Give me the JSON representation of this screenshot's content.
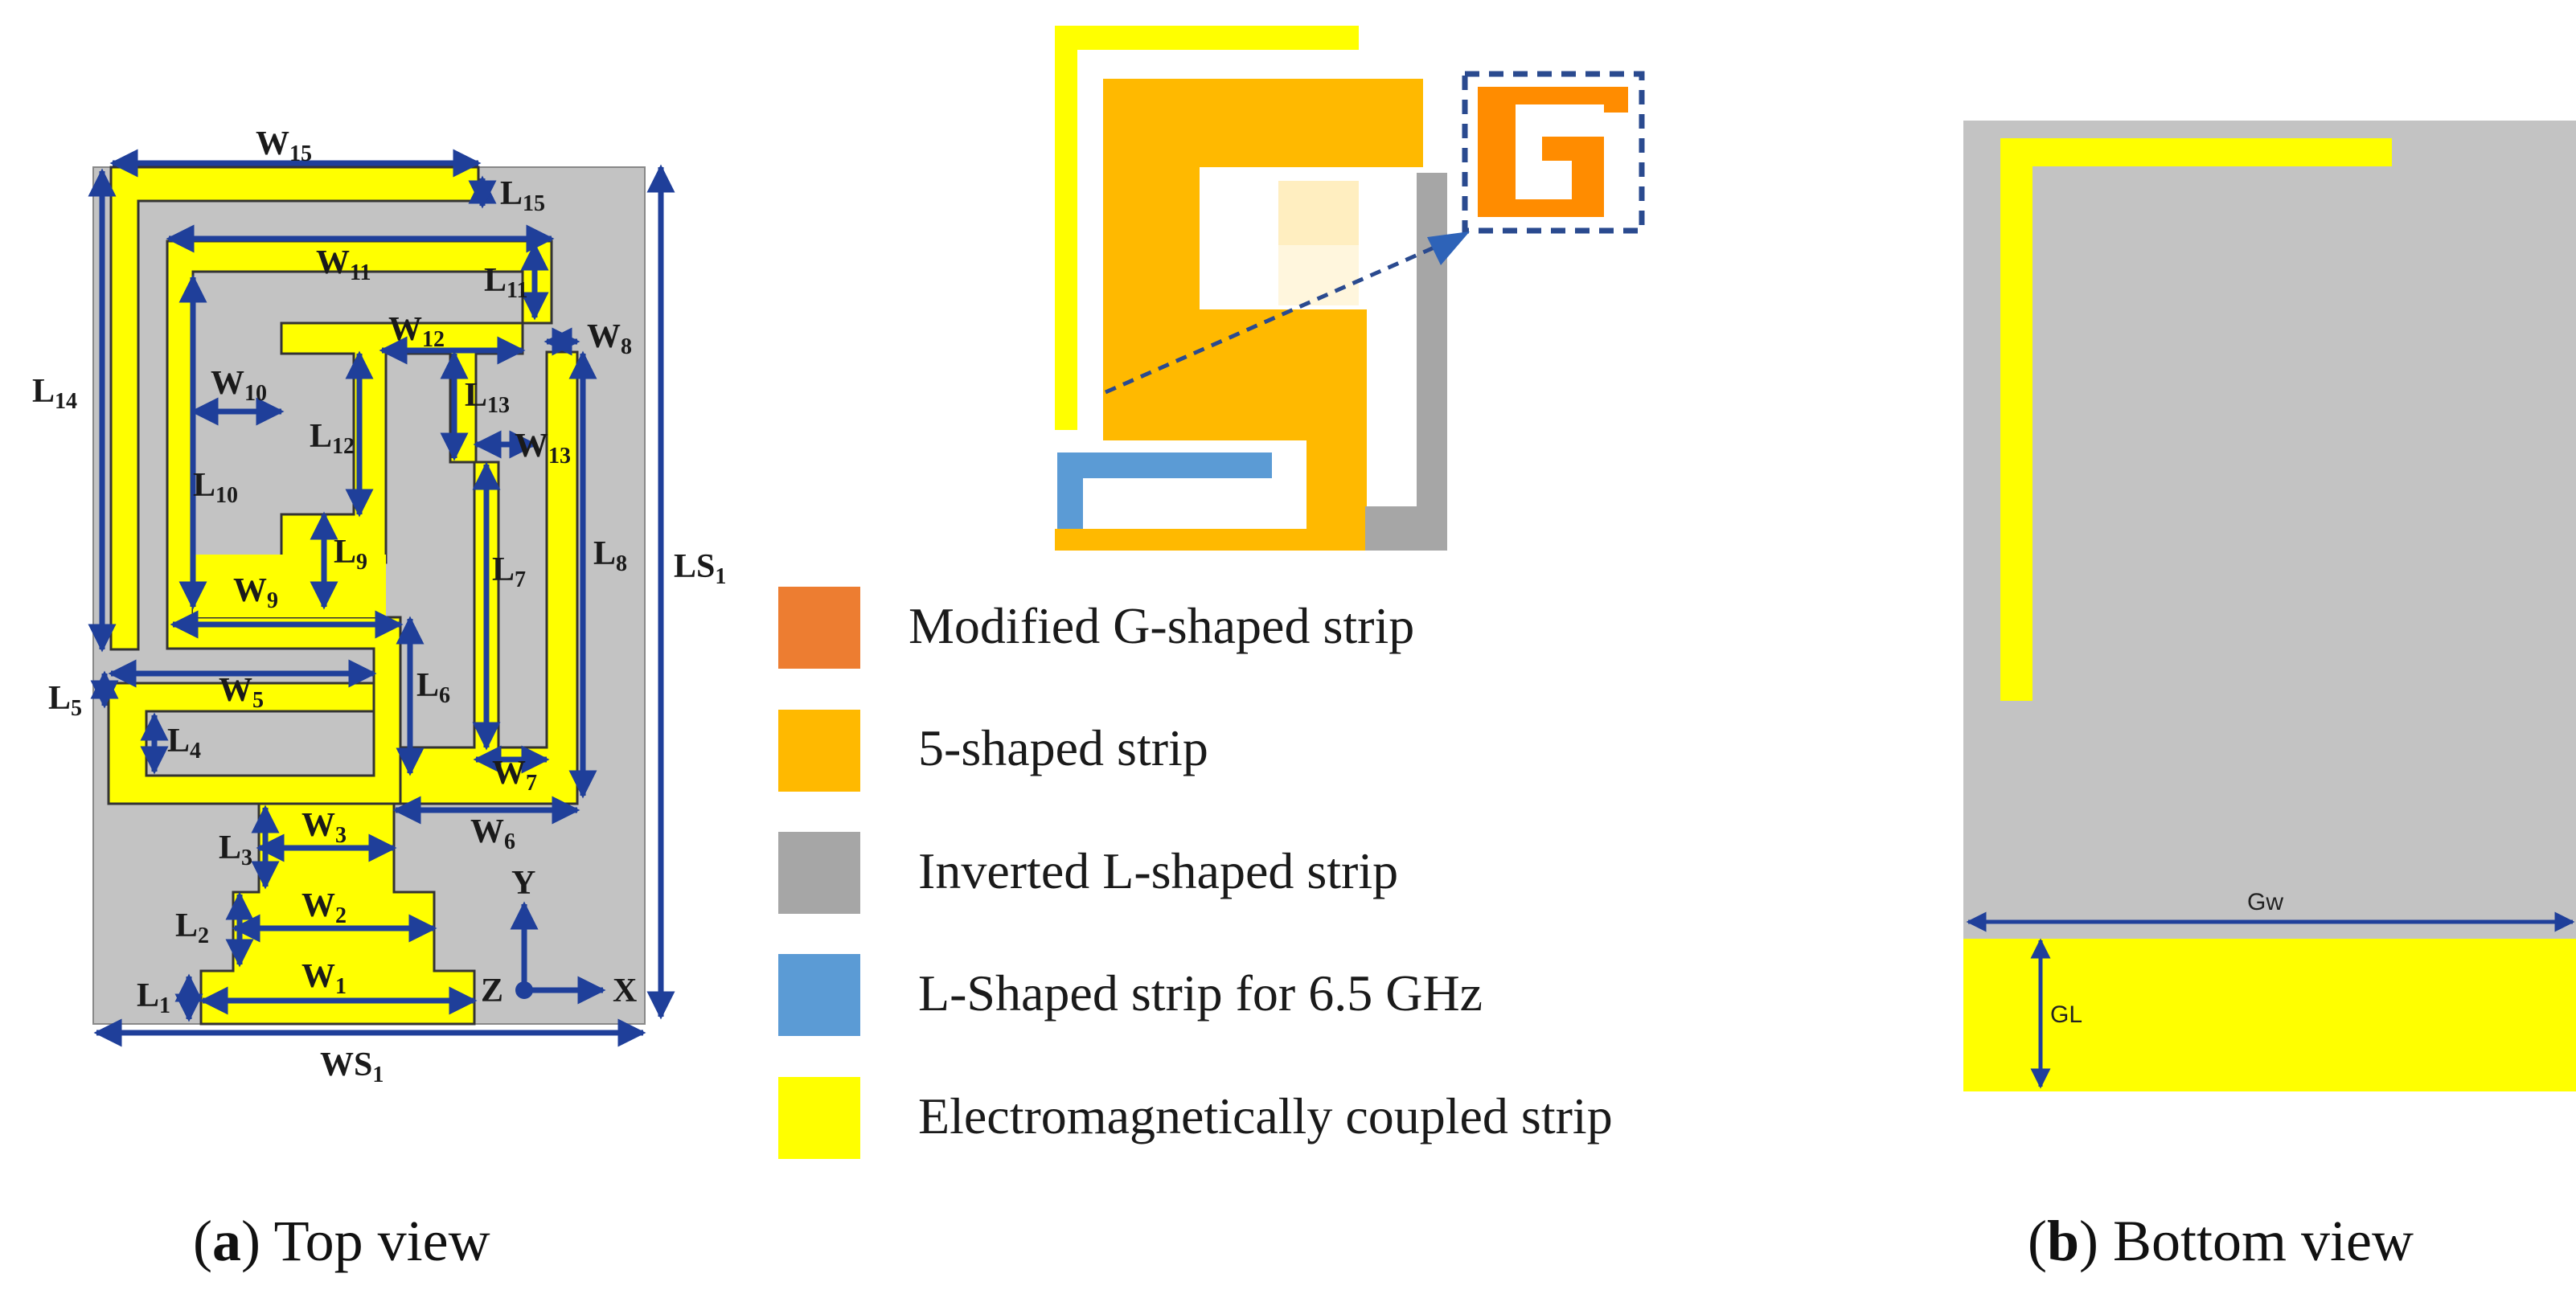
{
  "top_view": {
    "dims": {
      "W15": {
        "main": "W",
        "sub": "15"
      },
      "L15": {
        "main": "L",
        "sub": "15"
      },
      "W11": {
        "main": "W",
        "sub": "11"
      },
      "L11": {
        "main": "L",
        "sub": "11"
      },
      "W12": {
        "main": "W",
        "sub": "12"
      },
      "W8": {
        "main": "W",
        "sub": "8"
      },
      "L14": {
        "main": "L",
        "sub": "14"
      },
      "W10": {
        "main": "W",
        "sub": "10"
      },
      "L13": {
        "main": "L",
        "sub": "13"
      },
      "L12": {
        "main": "L",
        "sub": "12"
      },
      "W13": {
        "main": "W",
        "sub": "13"
      },
      "L10": {
        "main": "L",
        "sub": "10"
      },
      "L9": {
        "main": "L",
        "sub": "9"
      },
      "L7": {
        "main": "L",
        "sub": "7"
      },
      "L8": {
        "main": "L",
        "sub": "8"
      },
      "LS1": {
        "main": "LS",
        "sub": "1"
      },
      "W9": {
        "main": "W",
        "sub": "9"
      },
      "L6": {
        "main": "L",
        "sub": "6"
      },
      "L5": {
        "main": "L",
        "sub": "5"
      },
      "W5": {
        "main": "W",
        "sub": "5"
      },
      "L4": {
        "main": "L",
        "sub": "4"
      },
      "W7": {
        "main": "W",
        "sub": "7"
      },
      "W3": {
        "main": "W",
        "sub": "3"
      },
      "W6": {
        "main": "W",
        "sub": "6"
      },
      "L3": {
        "main": "L",
        "sub": "3"
      },
      "L2": {
        "main": "L",
        "sub": "2"
      },
      "W2": {
        "main": "W",
        "sub": "2"
      },
      "L1": {
        "main": "L",
        "sub": "1"
      },
      "W1": {
        "main": "W",
        "sub": "1"
      },
      "WS1": {
        "main": "WS",
        "sub": "1"
      }
    },
    "axes": {
      "x": "X",
      "y": "Y",
      "z": "Z"
    }
  },
  "legend": [
    {
      "label": "Modified G-shaped strip",
      "color": "#ED7D31"
    },
    {
      "label": "5-shaped strip",
      "color": "#FFB900"
    },
    {
      "label": "Inverted L-shaped strip",
      "color": "#A6A6A6"
    },
    {
      "label": "L-Shaped strip for 6.5 GHz",
      "color": "#5B9BD5"
    },
    {
      "label": "Electromagnetically coupled strip",
      "color": "#FFFF00"
    }
  ],
  "bottom_view": {
    "gw": "Gw",
    "gl": "GL"
  },
  "captions": {
    "a_letter": "a",
    "a_text": " Top view",
    "b_letter": "b",
    "b_text": " Bottom view"
  },
  "colors": {
    "substrate": "#C0C0C0",
    "copper": "#FFFF00",
    "outline": "#333333",
    "dimension": "#1F3F9A",
    "five_strip": "#FFB900",
    "g_strip": "#FF8C00",
    "l_strip_inverted": "#A6A6A6",
    "l_strip_blue": "#5B9BD5",
    "coupled_strip": "#FFFF00"
  }
}
